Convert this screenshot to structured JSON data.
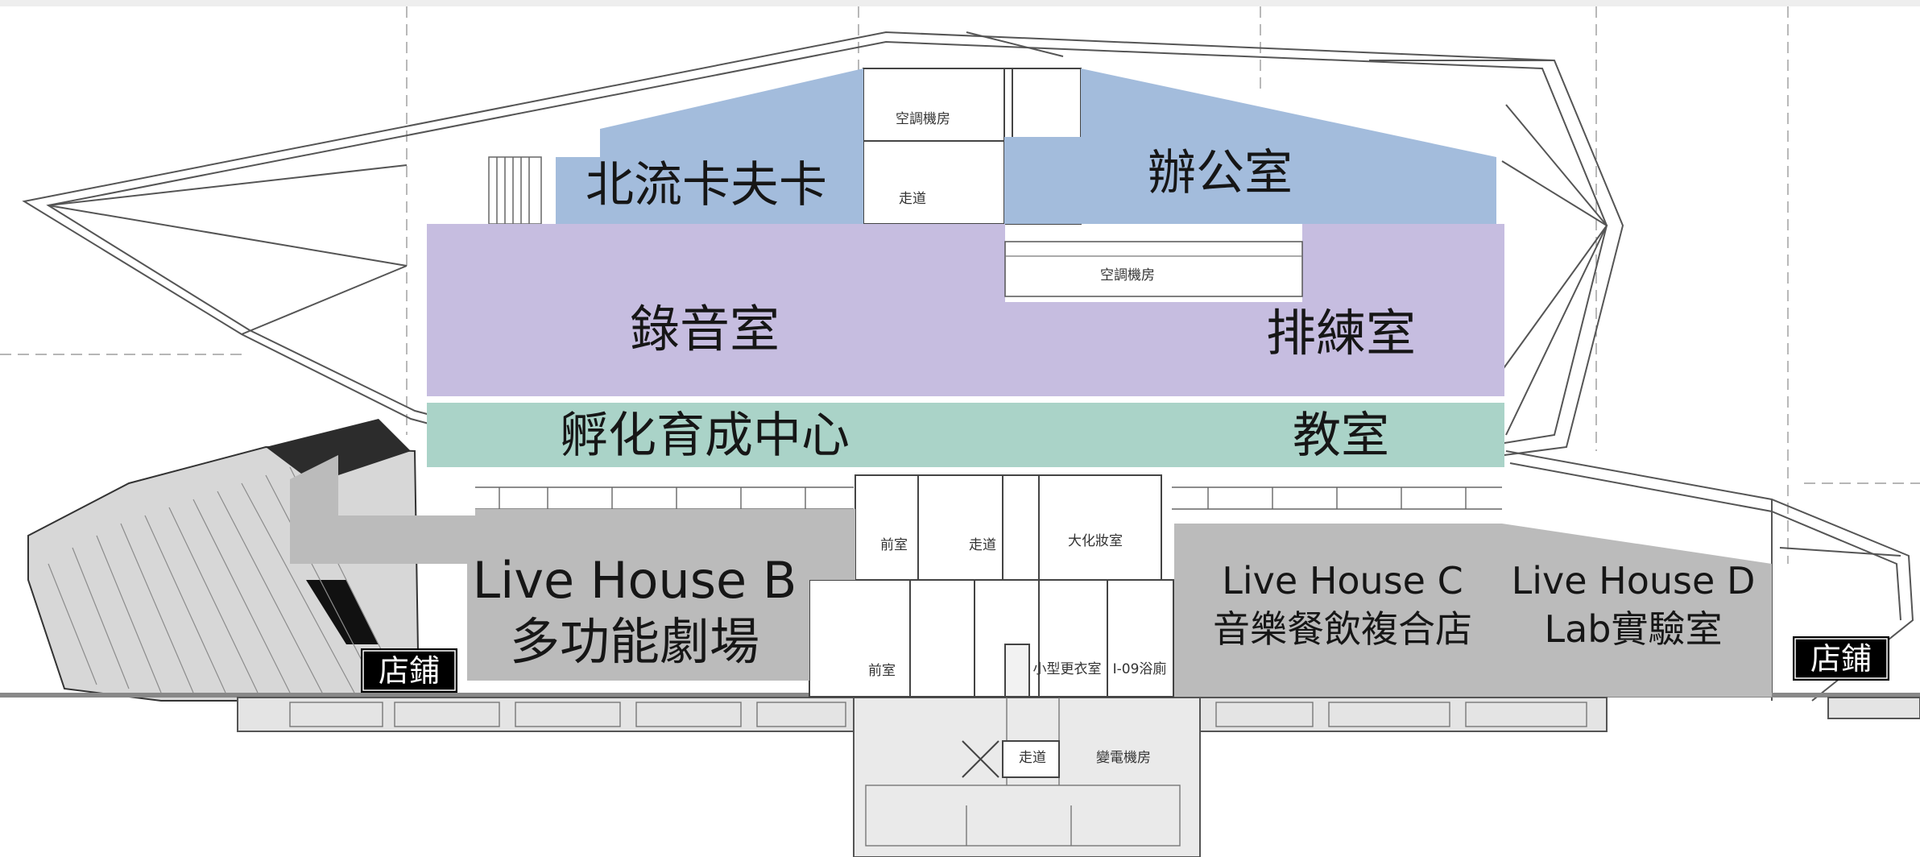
{
  "colors": {
    "upper_blue": "#a3bcdc",
    "studio_purple": "#c6bde0",
    "incubator_green": "#aad3c8",
    "livehouse_gray": "#bbbbbb",
    "linework": "#555555",
    "badge": "#000000"
  },
  "top_floor": {
    "north_flow_kafka": "北流卡夫卡",
    "office": "辦公室",
    "ac_room_top": "空調機房",
    "corridor_top": "走道"
  },
  "studio_floor": {
    "recording_room": "錄音室",
    "rehearsal_room": "排練室",
    "ac_room_mid": "空調機房"
  },
  "incubator_floor": {
    "incubation_center": "孵化育成中心",
    "classroom": "教室"
  },
  "live_floor": {
    "live_house_b_line1": "Live House B",
    "live_house_b_line2": "多功能劇場",
    "live_house_c_line1": "Live House C",
    "live_house_c_line2": "音樂餐飲複合店",
    "live_house_d_line1": "Live House D",
    "live_house_d_line2": "Lab實驗室",
    "shop_left": "店鋪",
    "shop_right": "店鋪"
  },
  "service_rooms": {
    "anteroom_upper": "前室",
    "corridor_upper": "走道",
    "large_makeup_room": "大化妝室",
    "anteroom_lower": "前室",
    "small_dressing_room": "小型更衣室",
    "shower_room": "I-09浴廁",
    "corridor_basement": "走道",
    "substation_room": "變電機房"
  }
}
